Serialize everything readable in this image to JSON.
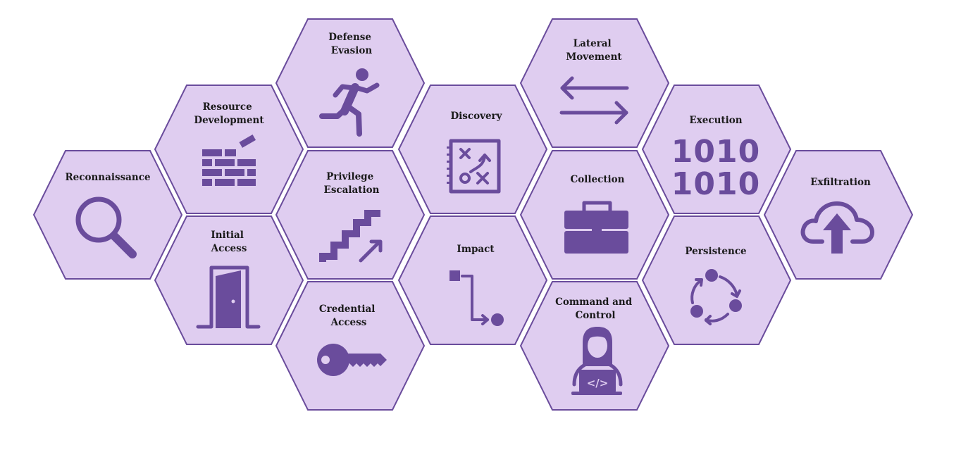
{
  "colors": {
    "hex_fill": "#dfcdf0",
    "hex_border": "#6a4c9c",
    "icon": "#6a4c9c",
    "label_text": "#1a1a1a",
    "background": "#ffffff"
  },
  "icons": {
    "execution_row1": "1010",
    "execution_row2": "1010",
    "code_glyph": "</>"
  },
  "tactics": [
    {
      "id": "reconnaissance",
      "label_lines": [
        "Reconnaissance"
      ],
      "icon": "magnifier-icon"
    },
    {
      "id": "resource-development",
      "label_lines": [
        "Resource",
        "Development"
      ],
      "icon": "brick-wall-icon"
    },
    {
      "id": "initial-access",
      "label_lines": [
        "Initial",
        "Access"
      ],
      "icon": "open-door-icon"
    },
    {
      "id": "defense-evasion",
      "label_lines": [
        "Defense",
        "Evasion"
      ],
      "icon": "running-person-icon"
    },
    {
      "id": "privilege-escalation",
      "label_lines": [
        "Privilege",
        "Escalation"
      ],
      "icon": "stairs-arrow-icon"
    },
    {
      "id": "credential-access",
      "label_lines": [
        "Credential",
        "Access"
      ],
      "icon": "key-icon"
    },
    {
      "id": "discovery",
      "label_lines": [
        "Discovery"
      ],
      "icon": "strategy-board-icon"
    },
    {
      "id": "impact",
      "label_lines": [
        "Impact"
      ],
      "icon": "path-nodes-icon"
    },
    {
      "id": "lateral-movement",
      "label_lines": [
        "Lateral",
        "Movement"
      ],
      "icon": "bidirectional-arrows-icon"
    },
    {
      "id": "collection",
      "label_lines": [
        "Collection"
      ],
      "icon": "briefcase-icon"
    },
    {
      "id": "command-and-control",
      "label_lines": [
        "Command and",
        "Control"
      ],
      "icon": "hacker-laptop-icon"
    },
    {
      "id": "execution",
      "label_lines": [
        "Execution"
      ],
      "icon": "binary-code-icon"
    },
    {
      "id": "persistence",
      "label_lines": [
        "Persistence"
      ],
      "icon": "cycle-nodes-icon"
    },
    {
      "id": "exfiltration",
      "label_lines": [
        "Exfiltration"
      ],
      "icon": "cloud-upload-icon"
    }
  ]
}
